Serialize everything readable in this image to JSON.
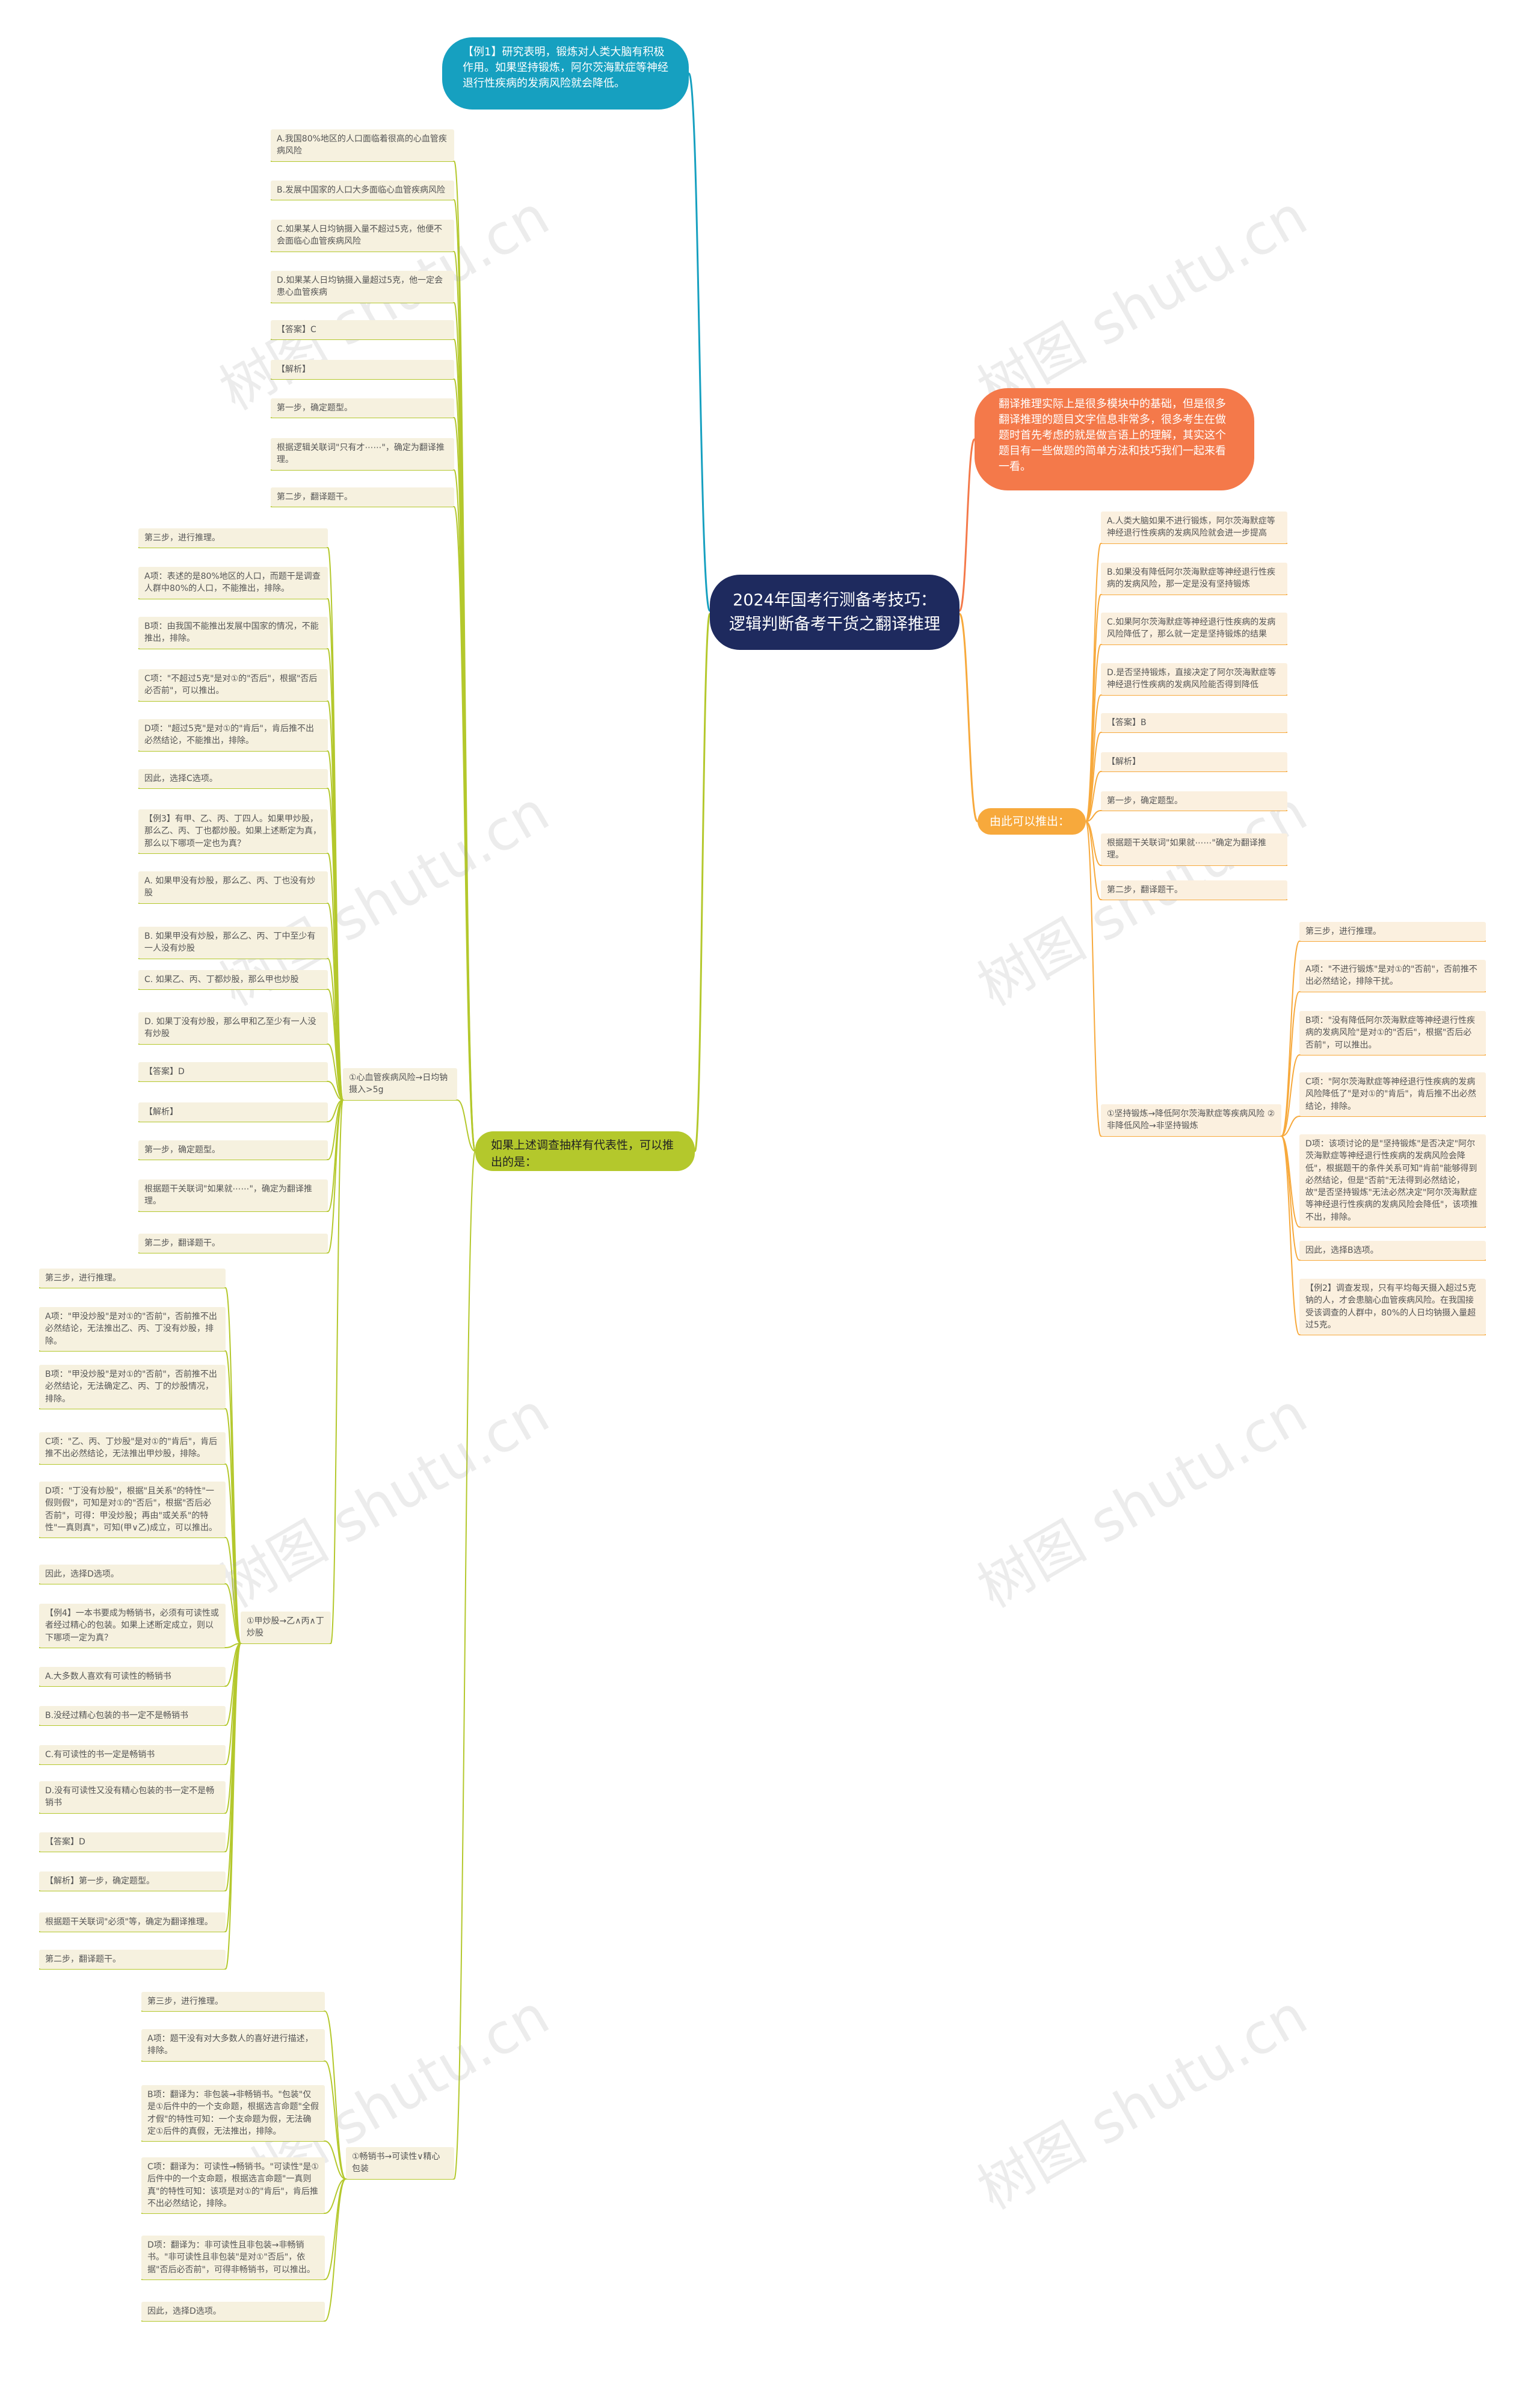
{
  "root": {
    "title": "2024年国考行测备考技巧：逻辑判断备考干货之翻译推理"
  },
  "example1_topic": "【例1】研究表明，锻炼对人类大脑有积极作用。如果坚持锻炼，阿尔茨海默症等神经退行性疾病的发病风险就会降低。",
  "intro_topic": "翻译推理实际上是很多模块中的基础，但是很多翻译推理的题目文字信息非常多，很多考生在做题时首先考虑的就是做言语上的理解，其实这个题目有一些做题的简单方法和技巧我们一起来看一看。",
  "derive_label": "由此可以推出：",
  "survey_label": "如果上述调查抽样有代表性，可以推出的是：",
  "right_leaves": [
    "A.人类大脑如果不进行锻炼，阿尔茨海默症等神经退行性疾病的发病风险就会进一步提高",
    "B.如果没有降低阿尔茨海默症等神经退行性疾病的发病风险，那一定是没有坚持锻炼",
    "C.如果阿尔茨海默症等神经退行性疾病的发病风险降低了，那么就一定是坚持锻炼的结果",
    "D.是否坚持锻炼，直接决定了阿尔茨海默症等神经退行性疾病的发病风险能否得到降低",
    "【答案】B",
    "【解析】",
    "第一步，确定题型。",
    "根据题干关联词\"如果就⋯⋯\"确定为翻译推理。",
    "第二步，翻译题干。"
  ],
  "right_sub_label": "①坚持锻炼→降低阿尔茨海默症等疾病风险 ②非降低风险→非坚持锻炼",
  "right_sub_leaves": [
    "第三步，进行推理。",
    "A项：\"不进行锻炼\"是对①的\"否前\"，否前推不出必然结论，排除干扰。",
    "B项：\"没有降低阿尔茨海默症等神经退行性疾病的发病风险\"是对①的\"否后\"，根据\"否后必否前\"，可以推出。",
    "C项：\"阿尔茨海默症等神经退行性疾病的发病风险降低了\"是对①的\"肯后\"，肯后推不出必然结论，排除。",
    "D项：该项讨论的是\"坚持锻炼\"是否决定\"阿尔茨海默症等神经退行性疾病的发病风险会降低\"，根据题干的条件关系可知\"肯前\"能够得到必然结论，但是\"否前\"无法得到必然结论，故\"是否坚持锻炼\"无法必然决定\"阿尔茨海默症等神经退行性疾病的发病风险会降低\"，该项推不出，排除。",
    "因此，选择B选项。",
    "【例2】调查发现，只有平均每天摄入超过5克钠的人，才会患脑心血管疾病风险。在我国接受该调查的人群中，80%的人日均钠摄入量超过5克。"
  ],
  "left_top_leaves": [
    "A.我国80%地区的人口面临着很高的心血管疾病风险",
    "B.发展中国家的人口大多面临心血管疾病风险",
    "C.如果某人日均钠摄入量不超过5克，他便不会面临心血管疾病风险",
    "D.如果某人日均钠摄入量超过5克，他一定会患心血管疾病",
    "【答案】C",
    "【解析】",
    "第一步，确定题型。",
    "根据逻辑关联词\"只有才⋯⋯\"，确定为翻译推理。",
    "第二步，翻译题干。"
  ],
  "branch1_label": "①心血管疾病风险→日均钠摄入>5g",
  "branch1_leaves": [
    "第三步，进行推理。",
    "A项：表述的是80%地区的人口，而题干是调查人群中80%的人口，不能推出，排除。",
    "B项：由我国不能推出发展中国家的情况，不能推出，排除。",
    "C项：\"不超过5克\"是对①的\"否后\"，根据\"否后必否前\"，可以推出。",
    "D项：\"超过5克\"是对①的\"肯后\"，肯后推不出必然结论，不能推出，排除。",
    "因此，选择C选项。",
    "【例3】有甲、乙、丙、丁四人。如果甲炒股，那么乙、丙、丁也都炒股。如果上述断定为真，那么以下哪项一定也为真？",
    "A. 如果甲没有炒股，那么乙、丙、丁也没有炒股",
    "B. 如果甲没有炒股，那么乙、丙、丁中至少有一人没有炒股",
    "C. 如果乙、丙、丁都炒股，那么甲也炒股",
    "D. 如果丁没有炒股，那么甲和乙至少有一人没有炒股",
    "【答案】D",
    "【解析】",
    "第一步，确定题型。",
    "根据题干关联词\"如果就⋯⋯\"，确定为翻译推理。",
    "第二步，翻译题干。"
  ],
  "branch2_label": "①甲炒股→乙∧丙∧丁炒股",
  "branch2_leaves": [
    "第三步，进行推理。",
    "A项：\"甲没炒股\"是对①的\"否前\"，否前推不出必然结论，无法推出乙、丙、丁没有炒股，排除。",
    "B项：\"甲没炒股\"是对①的\"否前\"，否前推不出必然结论，无法确定乙、丙、丁的炒股情况，排除。",
    "C项：\"乙、丙、丁炒股\"是对①的\"肯后\"，肯后推不出必然结论，无法推出甲炒股，排除。",
    "D项：\"丁没有炒股\"，根据\"且关系\"的特性\"一假则假\"，可知是对①的\"否后\"，根据\"否后必否前\"，可得：甲没炒股；再由\"或关系\"的特性\"一真则真\"，可知(甲∨乙)成立，可以推出。",
    "因此，选择D选项。",
    "【例4】一本书要成为畅销书，必须有可读性或者经过精心的包装。如果上述断定成立，则以下哪项一定为真？",
    "A.大多数人喜欢有可读性的畅销书",
    "B.没经过精心包装的书一定不是畅销书",
    "C.有可读性的书一定是畅销书",
    "D.没有可读性又没有精心包装的书一定不是畅销书",
    "【答案】D",
    "【解析】第一步，确定题型。",
    "根据题干关联词\"必须\"等，确定为翻译推理。",
    "第二步，翻译题干。"
  ],
  "branch3_label": "①畅销书→可读性∨精心包装",
  "branch3_leaves": [
    "第三步，进行推理。",
    "A项：题干没有对大多数人的喜好进行描述，排除。",
    "B项：翻译为：非包装→非畅销书。\"包装\"仅是①后件中的一个支命题，根据选言命题\"全假才假\"的特性可知：一个支命题为假，无法确定①后件的真假，无法推出，排除。",
    "C项：翻译为：可读性→畅销书。\"可读性\"是①后件中的一个支命题，根据选言命题\"一真则真\"的特性可知：该项是对①的\"肯后\"，肯后推不出必然结论，排除。",
    "D项：翻译为：非可读性且非包装→非畅销书。\"非可读性且非包装\"是对①\"否后\"，依据\"否后必否前\"，可得非畅销书，可以推出。",
    "因此，选择D选项。"
  ],
  "watermark": "树图 shutu.cn",
  "colors": {
    "root": "#1e2a5e",
    "teal": "#16a0c0",
    "orange": "#f4794a",
    "amber": "#f7a93c",
    "green": "#b4c82c"
  }
}
